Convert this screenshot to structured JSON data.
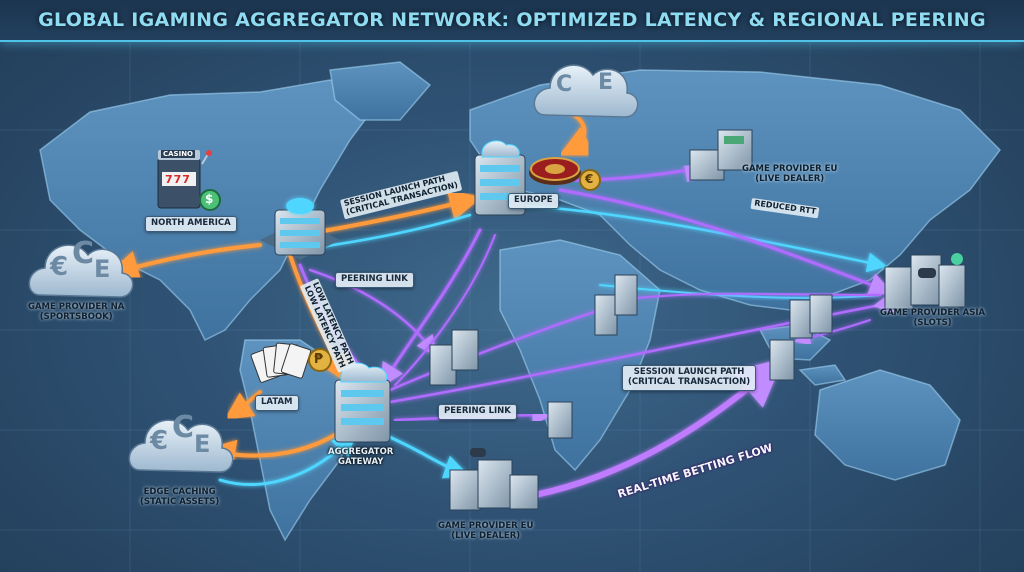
{
  "title": "Global iGaming Aggregator Network: Optimized Latency & Regional Peering",
  "nodes": {
    "north_america": "North America",
    "europe": "Europe",
    "latam": "LATAM",
    "gateway": [
      "Aggregator",
      "Gateway"
    ]
  },
  "providers": {
    "na": [
      "Game Provider NA",
      "(Sportsbook)"
    ],
    "eu_top": [
      "Game Provider EU",
      "(Live Dealer)"
    ],
    "asia": [
      "Game Provider Asia",
      "(Slots)"
    ],
    "eu_bottom": [
      "Game Provider EU",
      "(Live Dealer)"
    ],
    "edge": [
      "Edge Caching",
      "(Static Assets)"
    ]
  },
  "links": {
    "session_launch_top": [
      "Session Launch Path",
      "(Critical Transaction)"
    ],
    "session_launch_bottom": [
      "Session Launch Path",
      "(Critical Transaction)"
    ],
    "peering_top": "Peering Link",
    "peering_bottom": "Peering Link",
    "low_latency": [
      "Low Latency Path",
      "Low Latency Path"
    ],
    "reduced_rtt": "Reduced RTT",
    "realtime_flow": "Real-Time Betting Flow"
  },
  "casino": {
    "sign": "Casino",
    "reels": "777",
    "coin": "$"
  },
  "coins": {
    "europe": "€",
    "latam": "₱"
  },
  "cloud_glyphs": {
    "euro": "€",
    "cent": "C",
    "e": "E"
  },
  "colors": {
    "session_path": "#ff9a3c",
    "peering": "#b06cff",
    "cyan_flow": "#4fd6ff",
    "title": "#8fdcf2"
  }
}
